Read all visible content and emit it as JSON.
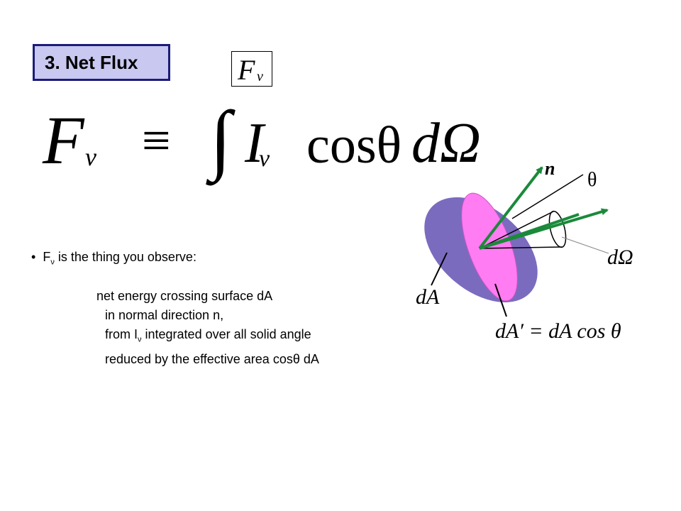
{
  "title": "3.  Net Flux",
  "symbol": {
    "F": "F",
    "nu": "ν"
  },
  "equation": {
    "lhs": "F",
    "lhs_sub": "ν",
    "equiv": "≡",
    "integral": "∫",
    "I": "I",
    "I_sub": "ν",
    "cos": "cosθ",
    "domega": "dΩ"
  },
  "bullet": {
    "marker": "•",
    "pre": "F",
    "sub": "ν",
    "post": " is the thing you observe:"
  },
  "description": {
    "line1": "net energy crossing surface dA",
    "line2": "in normal direction n,",
    "line3_pre": "from I",
    "line3_sub": "ν",
    "line3_post": " integrated over all  solid angle",
    "line4": "reduced by the effective area cosθ dA"
  },
  "diagram": {
    "label_n": "n",
    "label_theta": "θ",
    "label_domega": "dΩ",
    "label_dA": "dA",
    "label_eq": "dA′  =  dA cos θ",
    "colors": {
      "disk_back": "#7b6bbf",
      "disk_front": "#ff7cf2",
      "arrow": "#1a8a3a"
    }
  }
}
